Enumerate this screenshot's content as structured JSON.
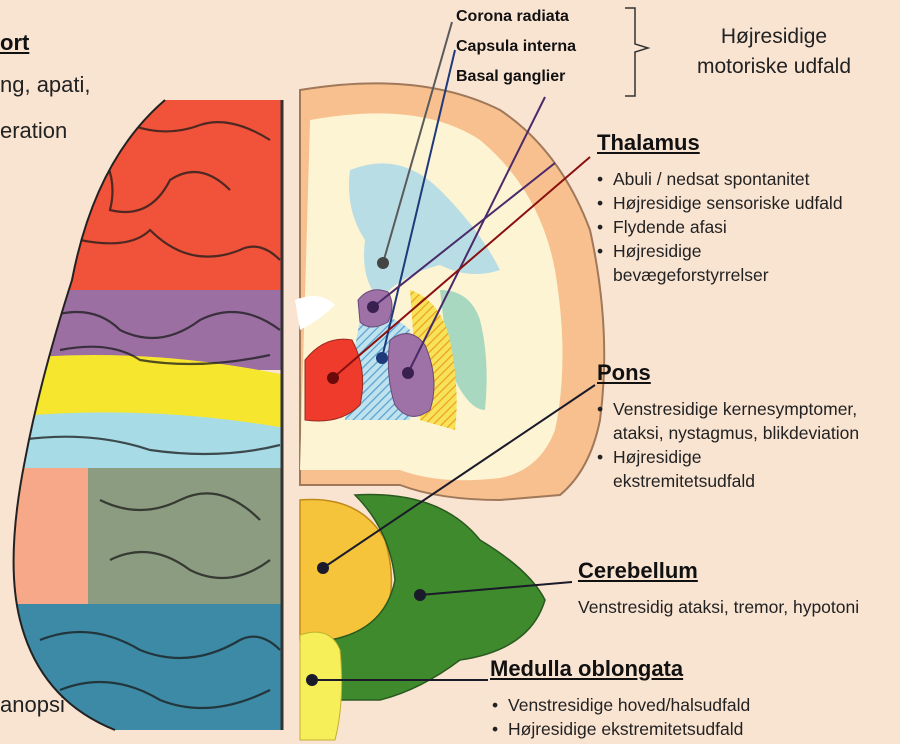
{
  "left_panel": {
    "heading_fragment": "ort",
    "text_line1_fragment": "ng, apati,",
    "text_line2_fragment": "eration",
    "bottom_fragment": "anopsi"
  },
  "motor_group": {
    "items": [
      "Corona radiata",
      "Capsula interna",
      "Basal ganglier"
    ],
    "summary_line1": "Højresidige",
    "summary_line2": "motoriske udfald"
  },
  "thalamus": {
    "heading": "Thalamus",
    "bullets": [
      "Abuli / nedsat spontanitet",
      "Højresidige sensoriske udfald",
      "Flydende afasi",
      "Højresidige bevægeforstyrrelser"
    ]
  },
  "pons": {
    "heading": "Pons",
    "bullets": [
      "Venstresidige kernesymptomer, ataksi, nystagmus, blikdeviation",
      "Højresidige ekstremitetsudfald"
    ]
  },
  "cerebellum": {
    "heading": "Cerebellum",
    "text": "Venstresidig ataksi, tremor, hypotoni"
  },
  "medulla": {
    "heading": "Medulla oblongata",
    "bullets": [
      "Venstresidige hoved/halsudfald",
      "Højresidige ekstremitetsudfald"
    ]
  },
  "colors": {
    "background": "#f9e4d2",
    "frontal": "#f0533a",
    "parietal": "#9b6fa2",
    "yellow_band": "#f6e62e",
    "light_blue": "#a7dbe6",
    "salmon": "#f7a888",
    "grey_green": "#8b9c80",
    "occipital": "#3d8aa6",
    "cortex": "#f7c08e",
    "thalamus_red": "#ee3b2c",
    "basal_purple": "#9e72a6",
    "pons_yellow": "#f6c43a",
    "cerebellum_green": "#3e8a2c",
    "medulla_yellow": "#f7ef5a",
    "thalamus_line": "#8a1010",
    "corona_line": "#5a5a5a",
    "capsula_line": "#1e3a7a",
    "basal_line": "#4a2a6a"
  }
}
